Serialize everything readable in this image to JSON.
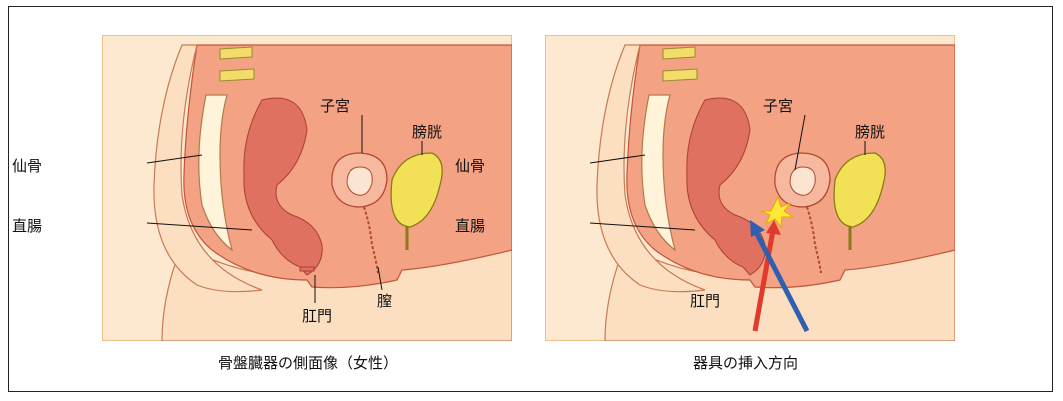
{
  "left": {
    "labels": {
      "sacrum": "仙骨",
      "rectum": "直腸",
      "uterus": "子宮",
      "bladder": "膀胱",
      "anus": "肛門",
      "vagina": "膣"
    },
    "caption": "骨盤臓器の側面像（女性）"
  },
  "right": {
    "labels": {
      "sacrum": "仙骨",
      "rectum": "直腸",
      "uterus": "子宮",
      "bladder": "膀胱",
      "anus": "肛門"
    },
    "caption": "器具の挿入方向"
  },
  "colors": {
    "insertion_arrow_red": "#e03a2c",
    "insertion_arrow_blue": "#2f5fb0",
    "impact_burst": "#ffe83a"
  }
}
